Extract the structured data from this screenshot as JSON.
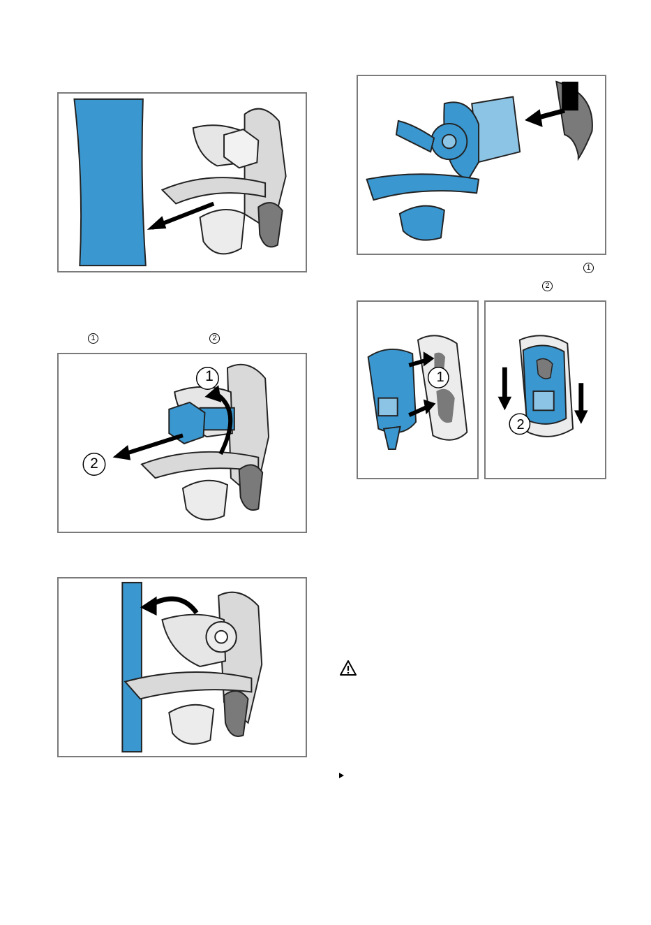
{
  "markers": {
    "left_step_1": "1",
    "left_step_2": "2",
    "right_step_1": "1",
    "right_step_2": "2"
  },
  "figures": {
    "adjust_screw": {
      "callout_1": "1",
      "callout_2": "2"
    },
    "holder_insert": {
      "callout_1": "1"
    },
    "holder_slide": {
      "callout_2": "2"
    }
  },
  "icons": {
    "warning": "warning-triangle-icon",
    "bullet": "triangle-bullet-icon"
  },
  "colors": {
    "accent_blue": "#3a97cf",
    "part_grey": "#d9d9d9",
    "dark_grey": "#7a7a7a",
    "outline": "#222222"
  }
}
